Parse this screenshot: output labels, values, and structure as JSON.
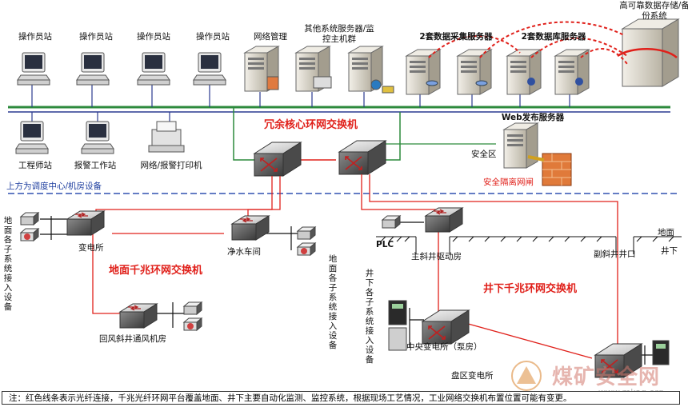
{
  "top_devices": {
    "op1": "操作员站",
    "op2": "操作员站",
    "op3": "操作员站",
    "op4": "操作员站",
    "net_mgmt": "网络管理",
    "other_servers": "其他系统服务器/监控主机群",
    "acq_servers": "2套数据采集服务器",
    "db_servers": "2套数据库服务器",
    "storage": "高可靠数据存储/备份系统"
  },
  "second_row": {
    "engineer": "工程师站",
    "alarm_ws": "报警工作站",
    "printer": "网络/报警打印机",
    "web_server": "Web发布服务器",
    "safe_zone": "安全区",
    "isolation": "安全隔离网闸"
  },
  "core_switch_label": "冗余核心环网交换机",
  "dispatch_label": "上方为调度中心/机房设备",
  "surface": {
    "side_label": "地面各子系统接入设备",
    "substation": "变电所",
    "water_plant": "净水车间",
    "ring_label": "地面千兆环网交换机",
    "return_air_fan": "回风斜井通风机房",
    "mid_side_label": "地面各子系统接入设备"
  },
  "underground": {
    "plc": "PLC",
    "main_shaft": "主斜井驱动房",
    "aux_shaft_mouth": "副斜井井口",
    "ground": "地面",
    "below": "井下",
    "ring_label": "井下千兆环网交换机",
    "side_label": "井下各子系统接入设备",
    "central_substation": "中央变电所（泵房）",
    "district_substation": "盘区变电所"
  },
  "footnote": "注：红色线条表示光纤连接，千兆光纤环网平台覆盖地面、井下主要自动化监测、监控系统，根据现场工艺情况，工业网络交换机布置位置可能有变更。",
  "watermark": {
    "text": "煤矿安全网",
    "url": "www.mkaq.org"
  },
  "colors": {
    "fiber": "#e0201a",
    "green_bus": "#2c8a3c",
    "blue_bus": "#2a3a90",
    "dashed_divider": "#3050b0",
    "device_gray": "#c8c8c8",
    "switch_dark": "#5a3a3a"
  }
}
